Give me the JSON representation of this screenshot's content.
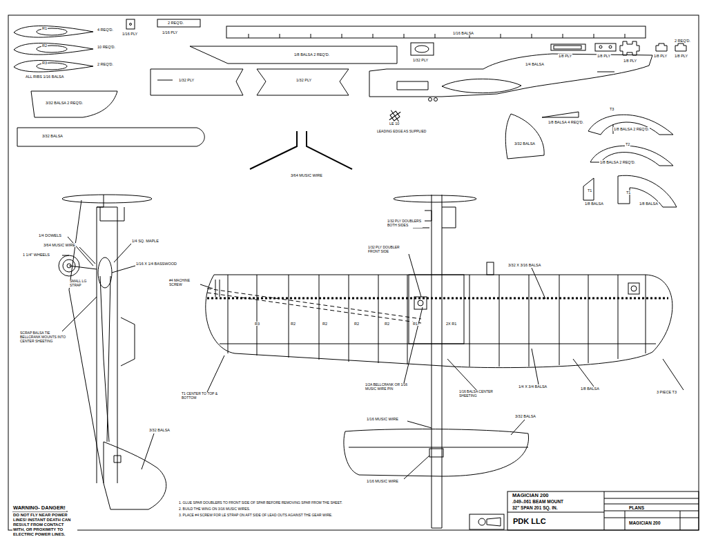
{
  "diagram": {
    "labels": [
      "R1",
      "4 REQ'D.",
      "R2",
      "10 REQ'D.",
      "R3",
      "2 REQ'D.",
      "ALL RIBS 1/16 BALSA",
      "1/16 PLY",
      "2 REQ'D.",
      "1/16 PLY",
      "1/16 BALSA",
      "1/8 BALSA 2 REQ'D.",
      "1/32 PLY",
      "1/8 PLY",
      "1/8 PLY",
      "1/8 PLY",
      "1/8 PLY",
      "2 REQ'D.",
      "1/8 PLY",
      "1/32 PLY",
      "1/32 PLY",
      "1/4 BALSA",
      "3/32 BALSA 2 REQ'D.",
      "3/32 BALSA",
      "LE 10",
      "LEADING EDGE AS SUPPLIED",
      "3/64 MUSIC WIRE",
      "1/8 BALSA 4 REQ'D.",
      "3/32 BALSA",
      "T3",
      "1/8 BALSA 2 REQ'D.",
      "T2",
      "1/8 BALSA 2 REQ'D.",
      "T1",
      "T1",
      "1/8 BALSA",
      "1/8 BALSA",
      "1/4 DOWELS",
      "3/64 MUSIC WIRE",
      "1 1/4\" WHEELS",
      "SMALL LG STRAP",
      "1/4 SQ. MAPLE",
      "1/16 X 1/4 BASSWOOD",
      "SCRAP BALSA TIE BELLCRANK MOUNTS INTO CENTER SHEETING",
      "3/32 BALSA",
      "1/32 PLY DOUBLERS BOTH SIDES",
      "1/32 PLY DOUBLER FRONT SIDE",
      "3/32 X 3/16 BALSA",
      "#4 MACHINE SCREW",
      "R3",
      "R2",
      "R2",
      "R2",
      "R2",
      "R1",
      "2X R1",
      "T1 CENTER TO TOP & BOTTOM",
      "1/2A BELLCRANK OR 1/16 MUSIC WIRE PIN",
      "1/16 BALSA CENTER SHEETING",
      "1/4 X 3/4 BALSA",
      "1/8 BALSA",
      "3 PIECE T3",
      "1/16 MUSIC WIRE",
      "3/32 BALSA",
      "1/16 MUSIC WIRE",
      "1. GLUE SPAR DOUBLERS TO FRONT SIDE OF SPAR BEFORE REMOVING SPAR FROM THE SHEET.",
      "2. BUILD THE WING ON 3/16 MUSIC WIRES.",
      "3. PLACE #4 SCREW FOR LE STRAP ON AFT SIDE OF LEAD OUTS AGAINST THE GEAR WIRE.",
      "WARNING- DANGER!",
      "DO NOT FLY NEAR POWER LINES! INSTANT DEATH CAN RESULT FROM CONTACT WITH, OR PROXIMITY TO ELECTRIC POWER LINES.",
      "MAGICIAN 200",
      ".049-.061 BEAM MOUNT",
      "32\" SPAN 201 SQ. IN.",
      "PDK LLC",
      "PLANS",
      "MAGICIAN 200"
    ]
  }
}
